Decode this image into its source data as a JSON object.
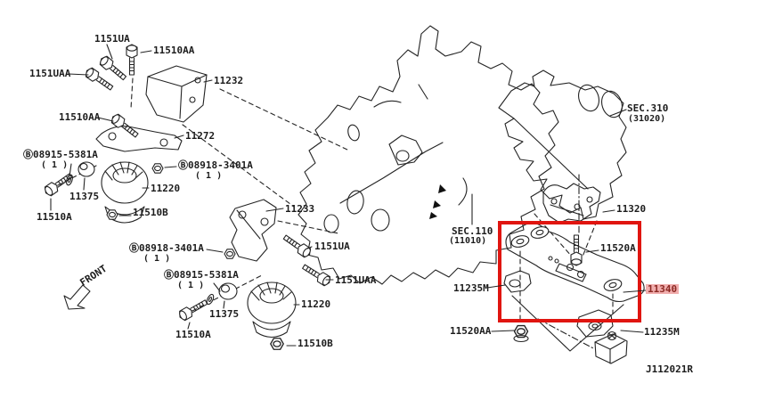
{
  "meta": {
    "drawing_code": "J112021R",
    "highlighted_part": "11340",
    "type": "parts-diagram",
    "subject": "engine and transmission mounting"
  },
  "colors": {
    "highlight_box": "#e01510",
    "highlight_label_bg": "#f1aeae",
    "highlight_label_text": "#8c2a24",
    "line": "#242424"
  },
  "labels": [
    {
      "id": "part-1151ua-top",
      "text": "1151UA"
    },
    {
      "id": "part-11510aa-top",
      "text": "11510AA"
    },
    {
      "id": "part-1151uaa-top",
      "text": "1151UAA"
    },
    {
      "id": "part-11232",
      "text": "11232"
    },
    {
      "id": "part-11510aa-mid",
      "text": "11510AA"
    },
    {
      "id": "part-11272",
      "text": "11272"
    },
    {
      "id": "part-b08915-top",
      "text": "Ⓑ08915-5381A"
    },
    {
      "id": "qty-b08915-top",
      "text": "( 1 )"
    },
    {
      "id": "part-b08918-top",
      "text": "Ⓑ08918-3401A"
    },
    {
      "id": "qty-b08918-top",
      "text": "( 1 )"
    },
    {
      "id": "part-11375-top",
      "text": "11375"
    },
    {
      "id": "part-11220-top",
      "text": "11220"
    },
    {
      "id": "part-11510a-top",
      "text": "11510A"
    },
    {
      "id": "part-11510b-top",
      "text": "11510B"
    },
    {
      "id": "part-b08918-bot",
      "text": "Ⓑ08918-3401A"
    },
    {
      "id": "qty-b08918-bot",
      "text": "( 1 )"
    },
    {
      "id": "part-11233",
      "text": "11233"
    },
    {
      "id": "part-1151ua-bot",
      "text": "1151UA"
    },
    {
      "id": "part-1151uaa-bot",
      "text": "1151UAA"
    },
    {
      "id": "part-b08915-bot",
      "text": "Ⓑ08915-5381A"
    },
    {
      "id": "qty-b08915-bot",
      "text": "( 1 )"
    },
    {
      "id": "part-11375-bot",
      "text": "11375"
    },
    {
      "id": "part-11220-bot",
      "text": "11220"
    },
    {
      "id": "part-11510a-bot",
      "text": "11510A"
    },
    {
      "id": "part-11510b-bot",
      "text": "11510B"
    },
    {
      "id": "front-indicator",
      "text": "FRONT"
    },
    {
      "id": "sec-310",
      "text": "SEC.310"
    },
    {
      "id": "sec-310-sub",
      "text": "(31020)"
    },
    {
      "id": "part-11320",
      "text": "11320"
    },
    {
      "id": "part-11520a",
      "text": "11520A"
    },
    {
      "id": "part-11340",
      "text": "11340"
    },
    {
      "id": "part-11235m-left",
      "text": "11235M"
    },
    {
      "id": "part-11520aa",
      "text": "11520AA"
    },
    {
      "id": "part-11235m-right",
      "text": "11235M"
    },
    {
      "id": "drawing-code",
      "text": "J112021R"
    },
    {
      "id": "sec-110",
      "text": "SEC.110"
    },
    {
      "id": "sec-110-sub",
      "text": "(11010)"
    }
  ]
}
